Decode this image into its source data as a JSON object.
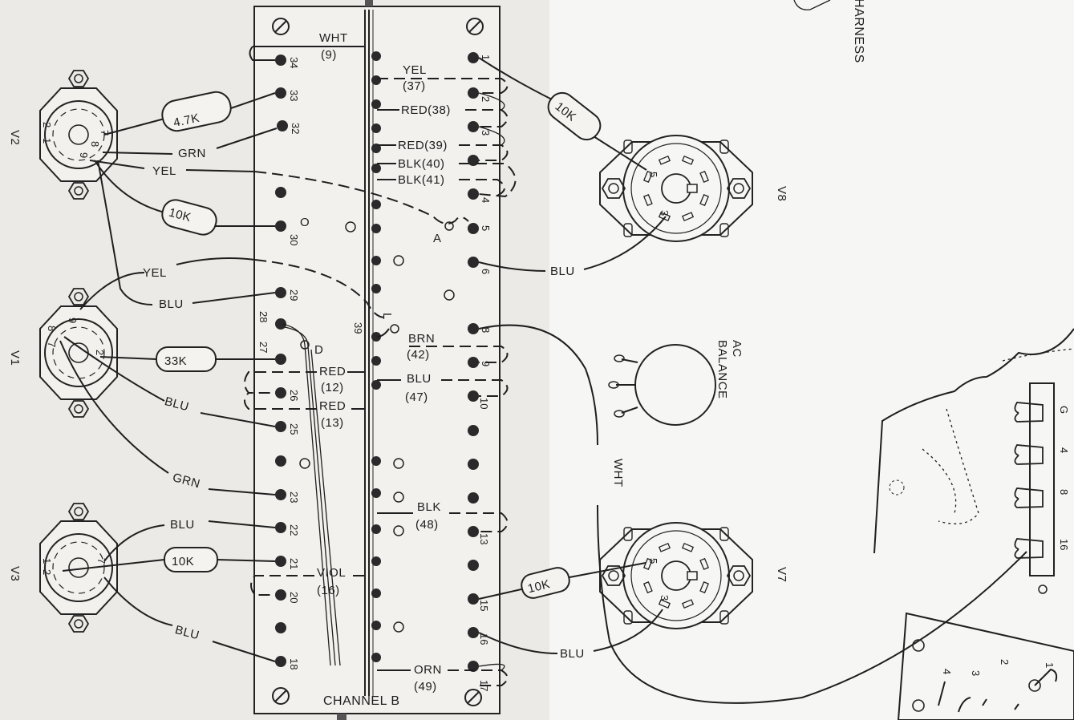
{
  "board": {
    "title": "CHANNEL B"
  },
  "top_right": {
    "harness": "HARNESS"
  },
  "control": {
    "name_line1": "AC",
    "name_line2": "BALANCE"
  },
  "tubes": {
    "v1": {
      "name": "V1",
      "pins": [
        "8",
        "7",
        "9",
        "2"
      ]
    },
    "v2": {
      "name": "V2",
      "pins": [
        "1",
        "2",
        "7",
        "8",
        "9"
      ]
    },
    "v3": {
      "name": "V3",
      "pins": [
        "1",
        "2",
        "7"
      ]
    },
    "v7": {
      "name": "V7",
      "pins": [
        "5",
        "3"
      ]
    },
    "v8": {
      "name": "V8",
      "pins": [
        "5",
        "3"
      ]
    }
  },
  "resistors": {
    "r47k": "4.7K",
    "r10k_v2": "10K",
    "r33k": "33K",
    "r10k_v3": "10K",
    "r10k_v8": "10K",
    "r10k_v7": "10K"
  },
  "left_terminals": [
    "34",
    "33",
    "32",
    "30",
    "29",
    "28",
    "27",
    "26",
    "25",
    "23",
    "22",
    "21",
    "20",
    "18"
  ],
  "right_terminals": [
    "1",
    "2",
    "3",
    "4",
    "5",
    "6",
    "8",
    "9",
    "10",
    "13",
    "15",
    "16",
    "17"
  ],
  "points": {
    "a": "A",
    "l": "L",
    "d": "D",
    "o": "O",
    "n39": "39"
  },
  "wires_right": {
    "wht9_a": "WHT",
    "wht9_b": "(9)",
    "yel37_a": "YEL",
    "yel37_b": "(37)",
    "red38": "RED(38)",
    "red39": "RED(39)",
    "blk40": "BLK(40)",
    "blk41": "BLK(41)",
    "brn42_a": "BRN",
    "brn42_b": "(42)",
    "blu47_a": "BLU",
    "blu47_b": "(47)",
    "blk48_a": "BLK",
    "blk48_b": "(48)",
    "orn49_a": "ORN",
    "orn49_b": "(49)"
  },
  "wires_left": {
    "red12_a": "RED",
    "red12_b": "(12)",
    "red13_a": "RED",
    "red13_b": "(13)",
    "viol16_a": "VIOL",
    "viol16_b": "(16)"
  },
  "wire_labels": {
    "grn_v2": "GRN",
    "yel_v2": "YEL",
    "yel_v1": "YEL",
    "blu_v1": "BLU",
    "blu_v1b": "BLU",
    "grn_v1": "GRN",
    "blu_v3a": "BLU",
    "blu_v3b": "BLU",
    "blu_v8": "BLU",
    "blu_v7": "BLU",
    "wht_v7": "WHT"
  },
  "strip": {
    "g": "G",
    "n4": "4",
    "n8": "8",
    "n16": "16"
  },
  "jack_numbers": {
    "n1": "1",
    "n2": "2",
    "n3": "3",
    "n4": "4"
  }
}
